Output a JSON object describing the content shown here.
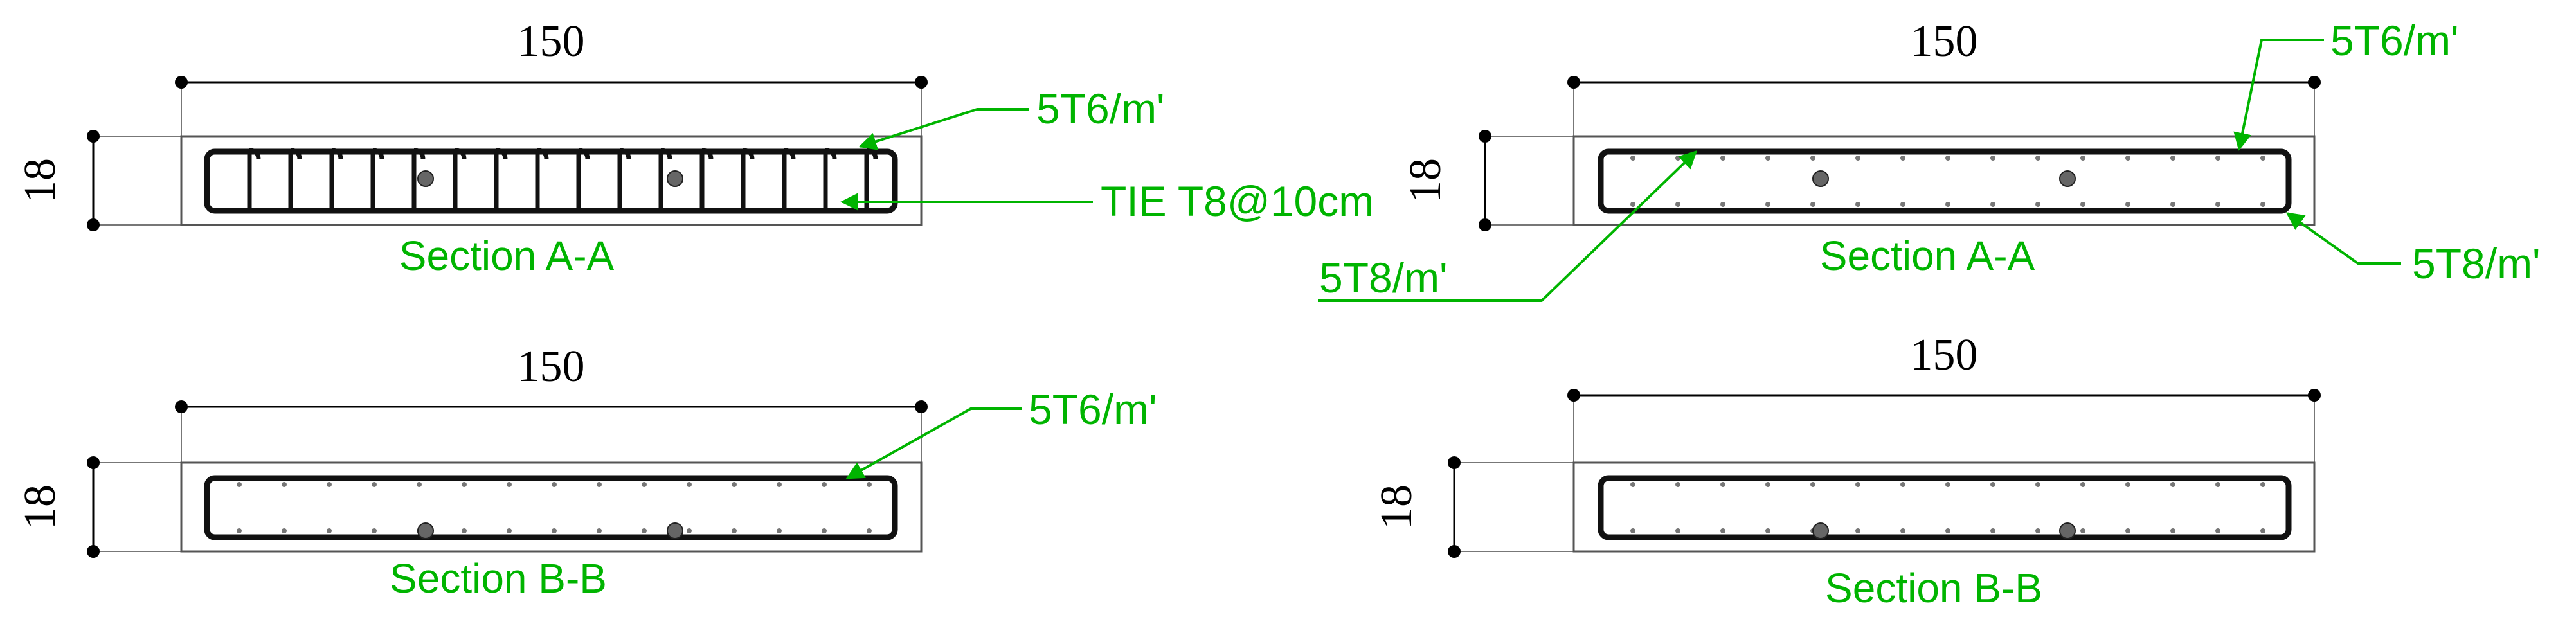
{
  "colors": {
    "annotation": "#00b400",
    "lines": "#000000"
  },
  "sections": [
    {
      "title": "Section A-A",
      "width_dim": "150",
      "height_dim": "18",
      "callouts": [
        "5T6/m'",
        "TIE T8@10cm"
      ]
    },
    {
      "title": "Section A-A",
      "width_dim": "150",
      "height_dim": "18",
      "callouts": [
        "5T6/m'",
        "5T8/m'",
        "5T8/m'"
      ]
    },
    {
      "title": "Section B-B",
      "width_dim": "150",
      "height_dim": "18",
      "callouts": [
        "5T6/m'"
      ]
    },
    {
      "title": "Section B-B",
      "width_dim": "150",
      "height_dim": "18",
      "callouts": []
    }
  ]
}
